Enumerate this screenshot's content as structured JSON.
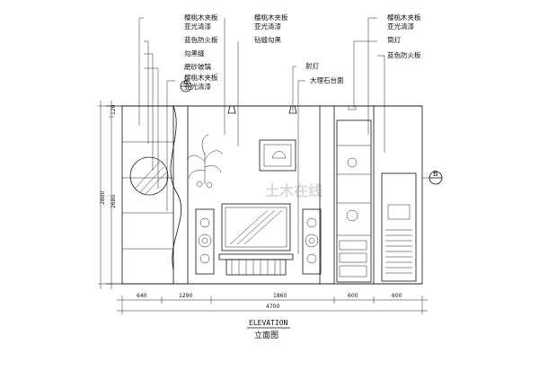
{
  "annotations_left": [
    {
      "line1": "樱桃木夹板",
      "line2": "亚光清漆"
    },
    {
      "line1": "蓝色防火板",
      "line2": ""
    },
    {
      "line1": "勾黑缝",
      "line2": ""
    },
    {
      "line1": "磨砂玻璃",
      "line2": ""
    },
    {
      "line1": "樱桃木夹板",
      "line2": "亚光清漆"
    }
  ],
  "annotations_mid": [
    {
      "line1": "樱桃木夹板",
      "line2": "亚光清漆"
    },
    {
      "line1": "钻缝勾黑",
      "line2": ""
    },
    {
      "line1": "射灯",
      "line2": ""
    },
    {
      "line1": "大理石台面",
      "line2": ""
    }
  ],
  "annotations_right": [
    {
      "line1": "樱桃木夹板",
      "line2": "亚光清漆"
    },
    {
      "line1": "筒灯",
      "line2": ""
    },
    {
      "line1": "蓝色防火板",
      "line2": ""
    }
  ],
  "section_marks": {
    "left": "A",
    "right": "B"
  },
  "dimensions": {
    "widths": [
      "640",
      "1290",
      "1860",
      "600",
      "600"
    ],
    "total": "4700",
    "heights": [
      "120",
      "2680",
      "2800"
    ]
  },
  "title": {
    "en": "ELEVATION",
    "cn": "立面图"
  },
  "watermark": "土木在线"
}
